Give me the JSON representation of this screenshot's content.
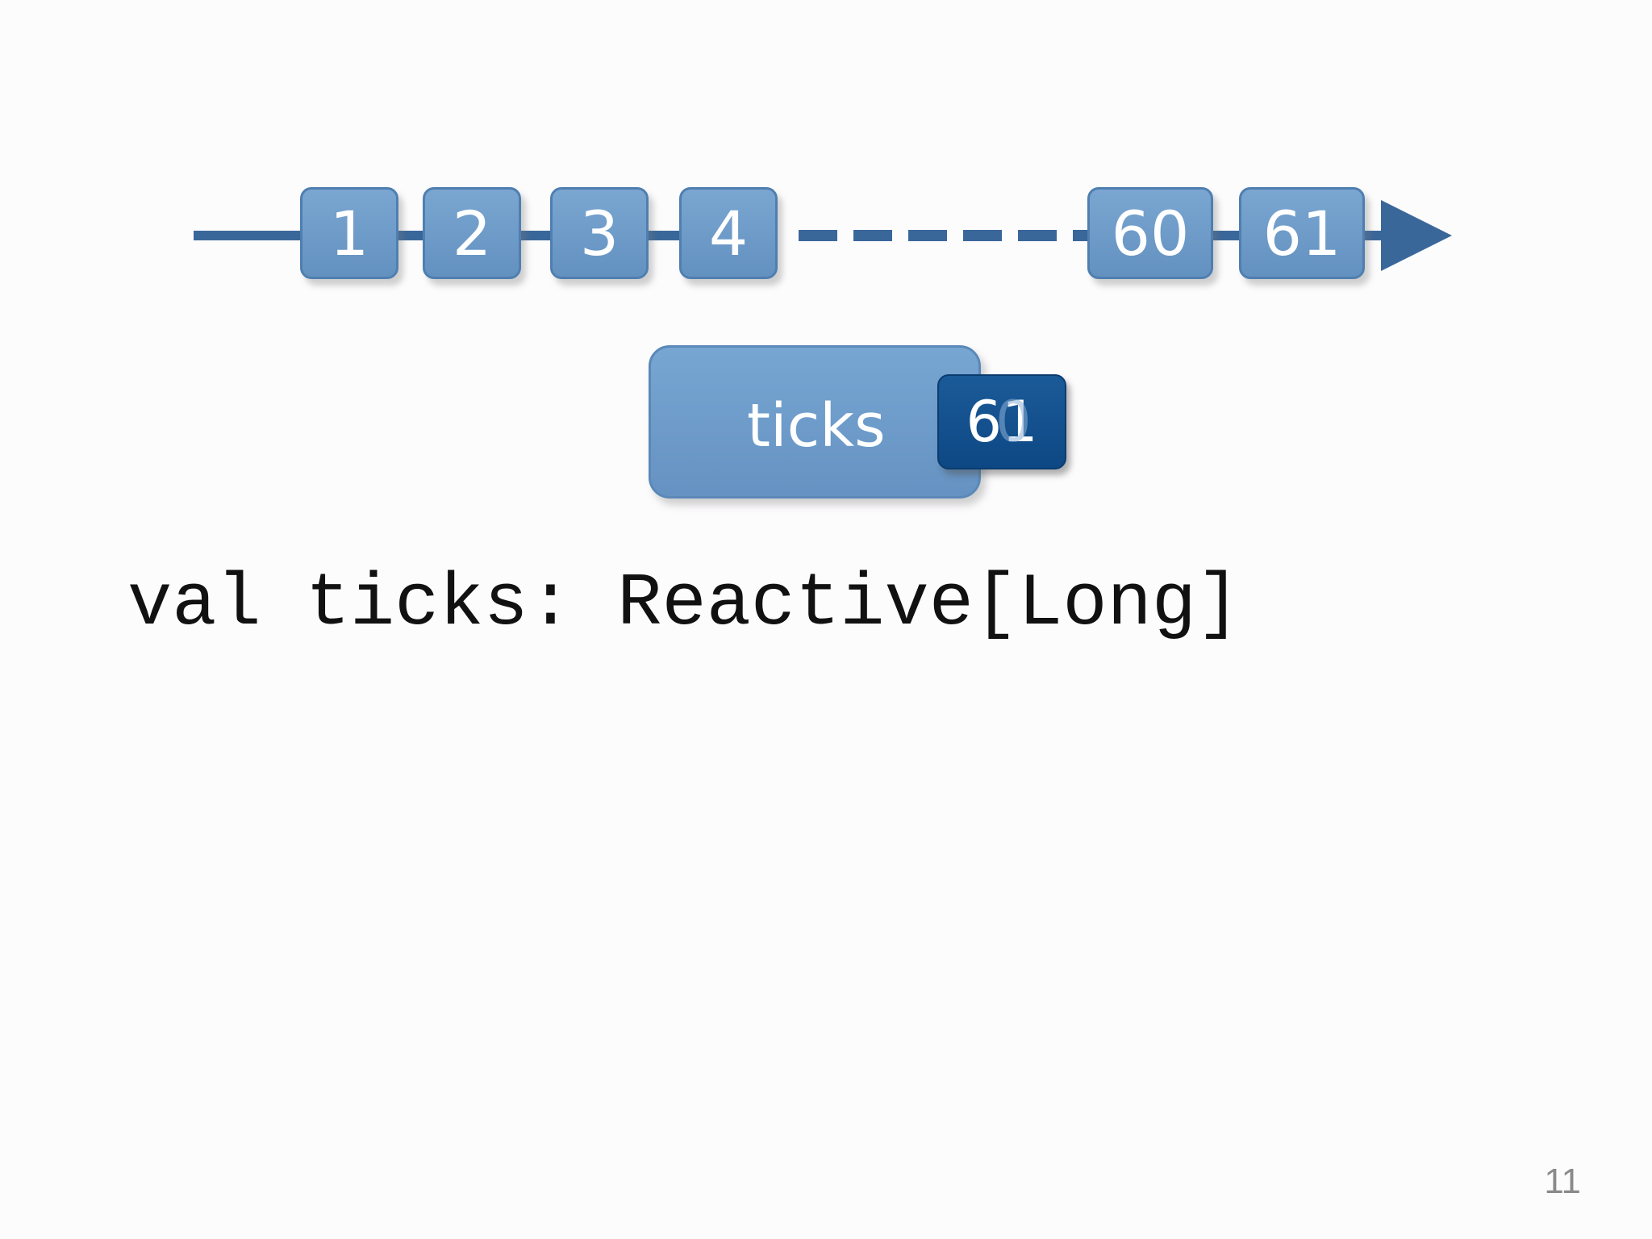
{
  "timeline": {
    "ticks": [
      "1",
      "2",
      "3",
      "4",
      "60",
      "61"
    ],
    "colors": {
      "line": "#3a679a",
      "tick_fill": "#6f9ccb",
      "tick_border": "#4f7fb0"
    }
  },
  "signal": {
    "label": "ticks",
    "current_value": "61",
    "previous_value": "0",
    "colors": {
      "signal_fill": "#6f9dcb",
      "value_fill": "#15508e"
    }
  },
  "code": {
    "line": "val ticks: Reactive[Long]"
  },
  "footer": {
    "page_number": "11"
  }
}
